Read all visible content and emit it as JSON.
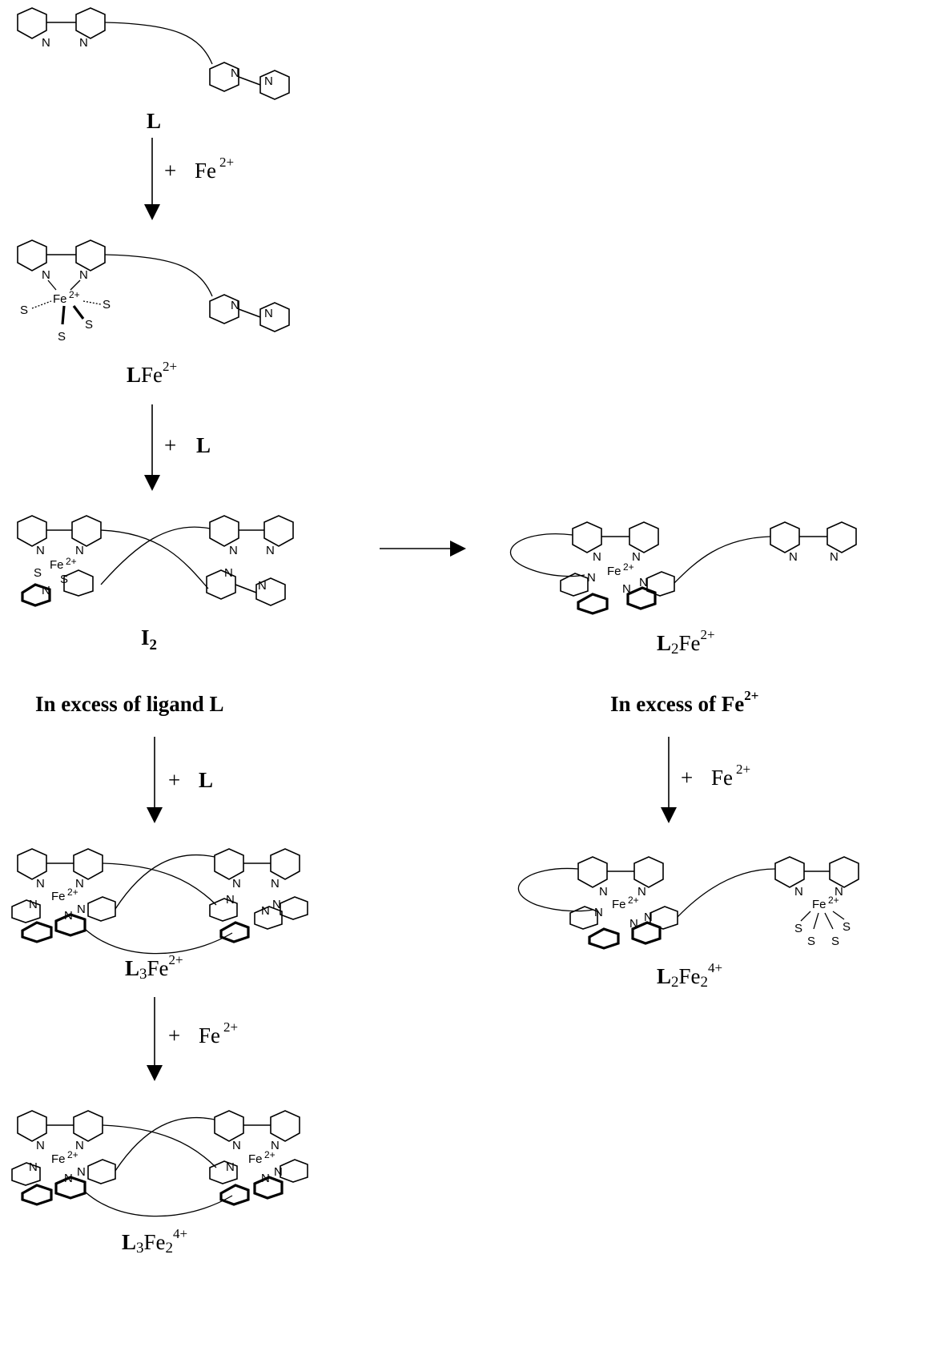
{
  "species": {
    "L": {
      "main": "L"
    },
    "LFe": {
      "main": "L",
      "rest": "Fe",
      "charge": "2+"
    },
    "I2": {
      "main": "I",
      "sub": "2"
    },
    "L2Fe": {
      "main": "L",
      "sub": "2",
      "rest": "Fe",
      "charge": "2+"
    },
    "L3Fe": {
      "main": "L",
      "sub": "3",
      "rest": "Fe",
      "charge": "2+"
    },
    "L2Fe2": {
      "main": "L",
      "sub": "2",
      "rest": "Fe",
      "sub2": "2",
      "charge": "4+"
    },
    "L3Fe2": {
      "main": "L",
      "sub": "3",
      "rest": "Fe",
      "sub2": "2",
      "charge": "4+"
    }
  },
  "reagents": {
    "plus": "+",
    "fe": "Fe",
    "fe_charge": "2+",
    "ligand": "L"
  },
  "conditions": {
    "excess_ligand": "In excess of ligand L",
    "excess_fe": "In excess of Fe",
    "excess_fe_charge": "2+"
  },
  "atoms": {
    "N": "N",
    "S": "S",
    "Fe": "Fe",
    "Fe_charge": "2+"
  }
}
